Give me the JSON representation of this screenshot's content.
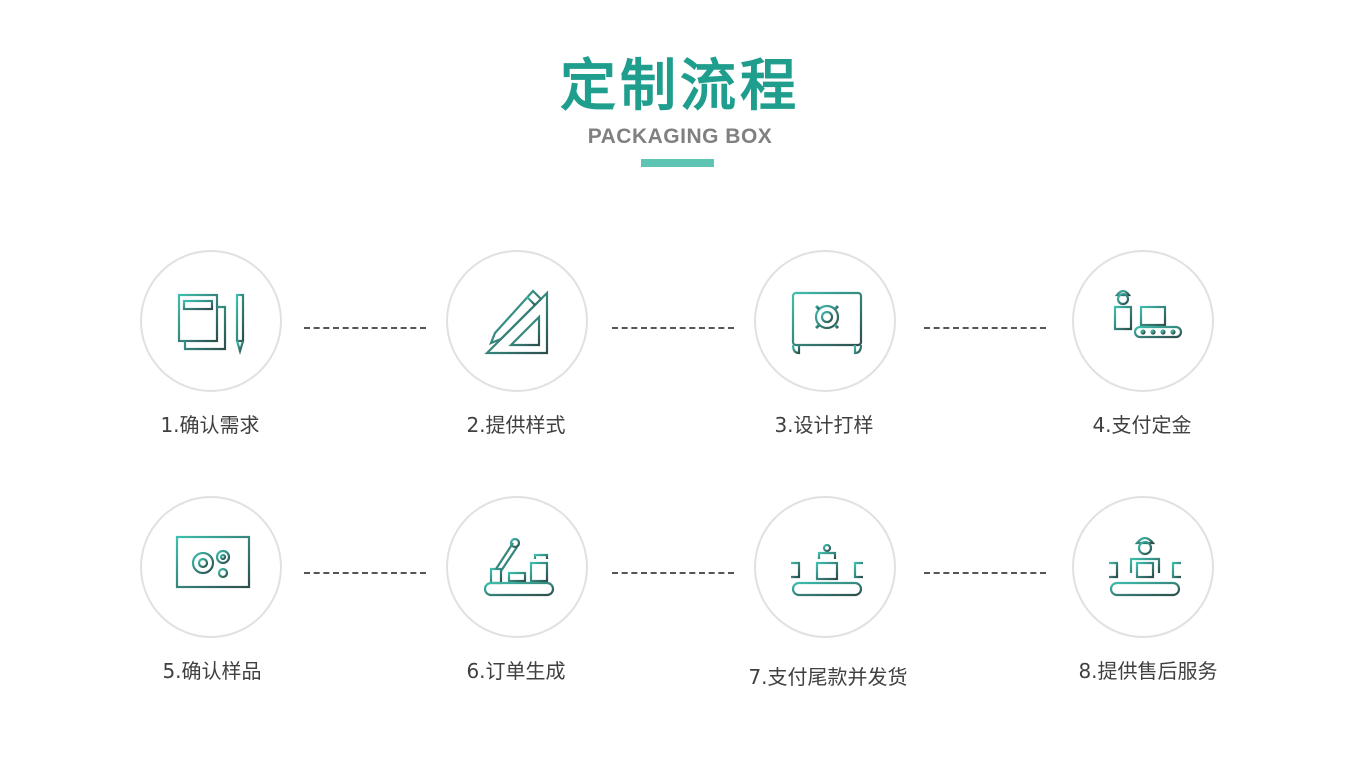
{
  "header": {
    "title": "定制流程",
    "subtitle": "PACKAGING BOX"
  },
  "colors": {
    "accent": "#1f9e8e",
    "accent_light": "#5ec5b5",
    "icon_dark": "#2e5a55",
    "circle_border": "#e1e1e1"
  },
  "steps": [
    {
      "label": "1.确认需求",
      "icon": "calculator-pencil-icon"
    },
    {
      "label": "2.提供样式",
      "icon": "ruler-pencil-icon"
    },
    {
      "label": "3.设计打样",
      "icon": "gear-screen-icon"
    },
    {
      "label": "4.支付定金",
      "icon": "worker-conveyor-icon"
    },
    {
      "label": "5.确认样品",
      "icon": "monitor-gears-icon"
    },
    {
      "label": "6.订单生成",
      "icon": "robot-arm-icon"
    },
    {
      "label": "7.支付尾款并发货",
      "icon": "crane-conveyor-icon"
    },
    {
      "label": "8.提供售后服务",
      "icon": "worker-box-icon"
    }
  ]
}
